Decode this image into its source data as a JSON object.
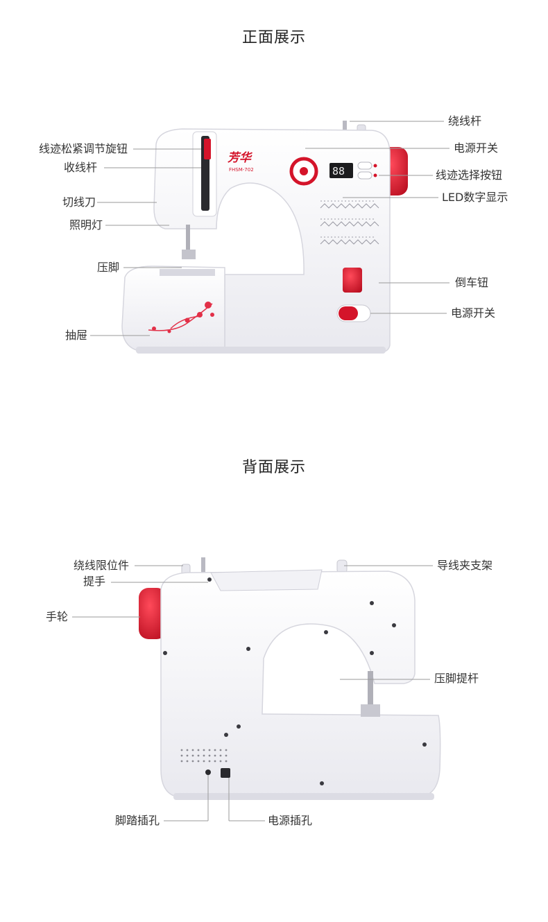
{
  "front": {
    "title": "正面展示",
    "brand_logo_text": "芳华",
    "model_text": "FHSM-702",
    "led_digits": "88",
    "labels": {
      "tension_dial": "线迹松紧调节旋钮",
      "take_up_lever": "收线杆",
      "thread_cutter": "切线刀",
      "light": "照明灯",
      "presser_foot": "压脚",
      "drawer": "抽屉",
      "bobbin_winder": "绕线杆",
      "power_switch_top": "电源开关",
      "stitch_select": "线迹选择按钮",
      "led_display": "LED数字显示",
      "reverse_button": "倒车钮",
      "power_switch_bottom": "电源开关"
    }
  },
  "back": {
    "title": "背面展示",
    "labels": {
      "winder_stop": "绕线限位件",
      "handle": "提手",
      "handwheel": "手轮",
      "thread_guide": "导线夹支架",
      "presser_lifter": "压脚提杆",
      "foot_pedal_jack": "脚踏插孔",
      "power_jack": "电源插孔"
    }
  },
  "colors": {
    "accent_red": "#d4142a",
    "body_white": "#f7f7fa",
    "leader_line": "#9a9a9a"
  }
}
